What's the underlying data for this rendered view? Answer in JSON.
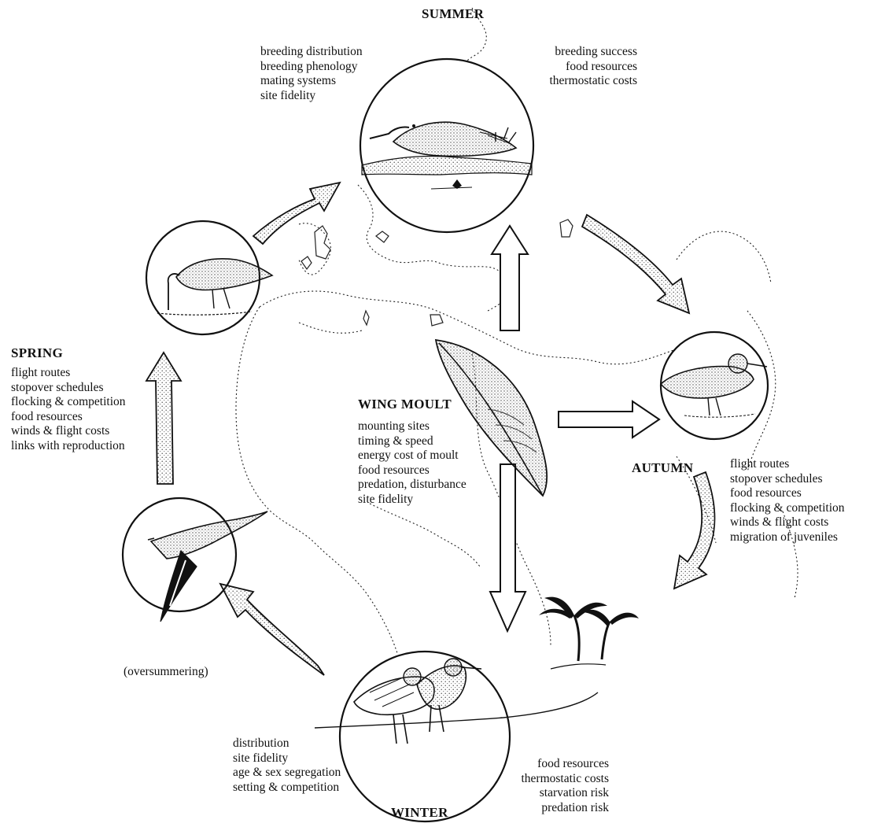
{
  "seasons": {
    "summer": {
      "heading": "SUMMER",
      "left_list": [
        "breeding distribution",
        "breeding phenology",
        "mating systems",
        "site fidelity"
      ],
      "right_list": [
        "breeding success",
        "food resources",
        "thermostatic costs"
      ]
    },
    "spring": {
      "heading": "SPRING",
      "list": [
        "flight routes",
        "stopover schedules",
        "flocking & competition",
        "food resources",
        "winds & flight costs",
        "links with reproduction"
      ]
    },
    "autumn": {
      "heading": "AUTUMN",
      "list": [
        "flight routes",
        "stopover schedules",
        "food resources",
        "flocking & competition",
        "winds & flight costs",
        "migration of juveniles"
      ]
    },
    "winter": {
      "heading": "WINTER",
      "left_list": [
        "distribution",
        "site fidelity",
        "age & sex segregation",
        "setting & competition"
      ],
      "right_list": [
        "food resources",
        "thermostatic costs",
        "starvation risk",
        "predation risk"
      ]
    }
  },
  "wing_moult": {
    "heading": "WING MOULT",
    "list": [
      "mounting sites",
      "timing & speed",
      "energy cost of moult",
      "food resources",
      "predation, disturbance",
      "site fidelity"
    ]
  },
  "oversummering_label": "(oversummering)",
  "colors": {
    "ink": "#111111",
    "stipple": "#555555",
    "background": "#ffffff"
  },
  "icons": [
    "breeding-bird-icon",
    "feeding-bird-icon",
    "flying-bird-icon",
    "standing-bird-icon",
    "wintering-birds-icon",
    "feather-icon",
    "palm-trees-icon",
    "world-map-outline"
  ]
}
